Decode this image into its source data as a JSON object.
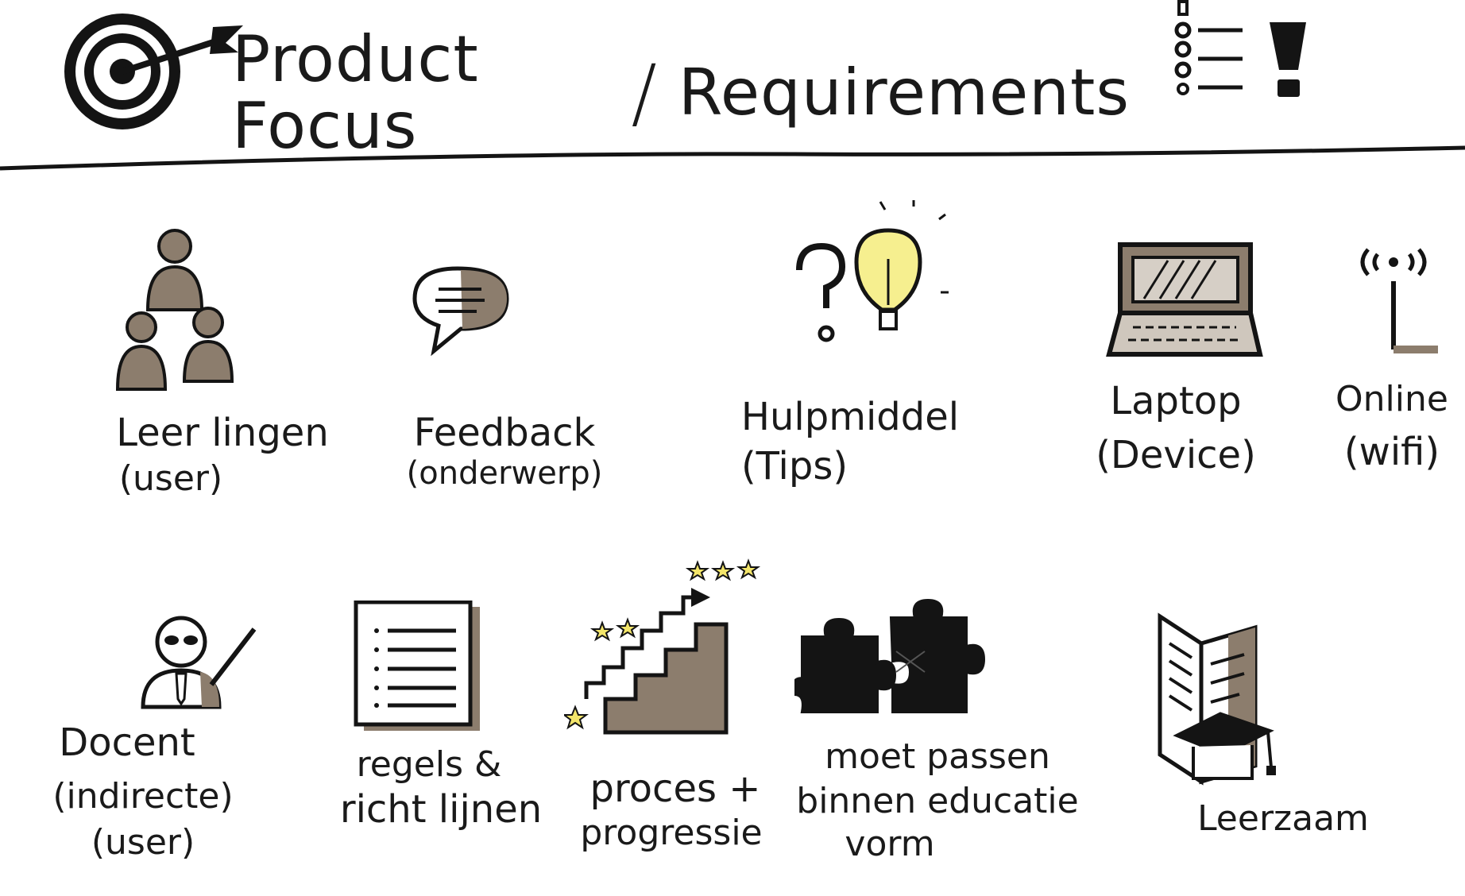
{
  "header": {
    "title_left": "Product Focus",
    "separator": "/",
    "title_right": "Requirements"
  },
  "items": [
    {
      "icon": "users-icon",
      "label": "Leer lingen",
      "sub": "(user)"
    },
    {
      "icon": "speech-bubble-icon",
      "label": "Feedback",
      "sub": "(onderwerp)"
    },
    {
      "icon": "question-lightbulb-icon",
      "label": "Hulpmiddel",
      "sub": "(Tips)"
    },
    {
      "icon": "laptop-icon",
      "label": "Laptop",
      "sub": "(Device)"
    },
    {
      "icon": "antenna-icon",
      "label": "Online",
      "sub": "(wifi)"
    },
    {
      "icon": "teacher-icon",
      "label": "Docent",
      "sub": "(indirecte)",
      "sub2": "(user)"
    },
    {
      "icon": "list-document-icon",
      "label": "regels &",
      "sub": "richt lijnen"
    },
    {
      "icon": "stairs-stars-icon",
      "label": "proces +",
      "sub": "progressie"
    },
    {
      "icon": "puzzle-icon",
      "label": "moet passen",
      "sub": "binnen educatie",
      "sub2": "vorm"
    },
    {
      "icon": "book-graduation-cap-icon",
      "label": "Leerzaam"
    }
  ],
  "colors": {
    "ink": "#141414",
    "shade": "#8c7d6d",
    "bulb_yellow": "#f6ef8f",
    "star_yellow": "#f3e56a"
  }
}
